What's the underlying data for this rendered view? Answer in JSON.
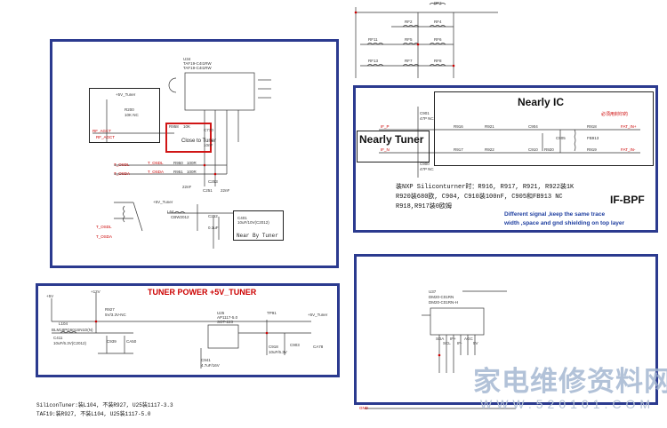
{
  "tl_panel": {
    "block1_note": "Close to Tuner",
    "block2_note": "Near By Tuner",
    "ic_ref": "U34",
    "ic_part1": "TAF19-C4I1RW",
    "ic_part2": "TAF19-C4I1RW",
    "net_5v_tuner": "+5V_Tuner",
    "net_5v_tuner2": "+5V_Tuner",
    "net_rf_agct": "RF_AGCT",
    "net_rf_agct2": "RF_AGCT",
    "net_t_osdl": "T_OSDL",
    "net_t_osda": "T_OSDA",
    "net_t_osdl2": "T_OSDL",
    "net_t_osda2": "T_OSDA",
    "r_r200": "R200",
    "r_r200v": "10K NC",
    "r_r958": "R958",
    "r_r958v": "10K",
    "c_c770": "C770",
    "c_c770v": "10nF",
    "r_r950": "R950",
    "r_r950v": "100R",
    "r_r951": "R951",
    "r_r951v": "100R",
    "c_c253": "C253",
    "c_c251": "C251",
    "c_val1": "22nF",
    "c_val2": "22nF",
    "l_l64": "L64",
    "l_l64v": "CBW2012",
    "c_c401": "C401",
    "c_c401v": "10uF/10V(C2012)",
    "c_c252": "C252",
    "c_c252v": "0.1uF"
  },
  "top_strip": {
    "labels": [
      "RF3",
      "RF2",
      "RF4",
      "RF11",
      "RF5",
      "RF6",
      "RF13",
      "RF7",
      "RF8"
    ]
  },
  "tr_panel": {
    "nearly_ic": "Nearly IC",
    "nearly_tuner": "Nearly Tuner",
    "if_bpf": "IF-BPF",
    "red_note": "必须用封印的",
    "cn_note_line1": "装NXP Siliconturner时：R916, R917, R921, R922装1K",
    "cn_note_line2": "R920装680欧, C904, C910装100nF, C905和FB913 NC",
    "cn_note_line3": "R918,R917装0欧姆",
    "blue_note_line1": "Different signal ,keep the same trace",
    "blue_note_line2": "width ,space  and gnd shielding on top layer",
    "parts": [
      "C901",
      "47P NC",
      "C900",
      "47P NC",
      "R916",
      "R917",
      "R921",
      "R922",
      "C904",
      "C905",
      "FB913",
      "R918",
      "R919",
      "C910",
      "R920"
    ],
    "net_if_p": "IF_P",
    "net_if_n": "IF_N",
    "net_fat_p": "FAT_IN+",
    "net_fat_n": "FAT_IN-"
  },
  "bl_panel": {
    "title": "TUNER POWER +5V_TUNER",
    "net_5v": "+5V",
    "net_12v": "+12V",
    "net_5v_tuner": "+5V_Tuner",
    "l104": "L104",
    "l104v": "BLM18PG601SN1D(N)",
    "r927": "R927",
    "r927v": "5V/3.3V-NC",
    "c411": "C411",
    "c411v": "10uF/6.3V(C2012)",
    "c939": "C939",
    "c940": "CA50",
    "u25": "U25",
    "u25v1": "AP1117-5.0",
    "u25v2": "SOT-223",
    "tp91": "TP91",
    "c941": "C941",
    "c941v": "4.7uF/16V",
    "c918": "C918",
    "c918v": "10uF/6.3V",
    "c903": "C903",
    "ca78": "CA78",
    "bottom_line1": "SiliconTuner:装L104, 不装R927, U25装1117-3.3",
    "bottom_line2": "TAF19:装R927, 不装L104, U25装1117-5.0"
  },
  "br_panel": {
    "ic_ref": "U37",
    "ic_part1": "DM20-C01RN",
    "ic_part2": "DM20-C01RN-H",
    "pins": [
      "SDA",
      "SCL",
      "IF+",
      "IF-",
      "AGC",
      "5V"
    ],
    "net_gnd": "GND"
  },
  "watermark": {
    "cn": "家电维修资料网",
    "url": "WWW.520101.COM"
  }
}
